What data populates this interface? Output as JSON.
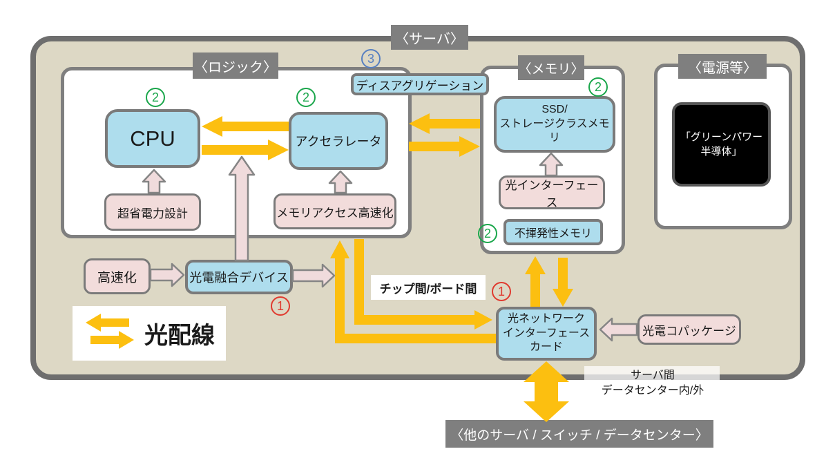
{
  "server": {
    "label": "〈サーバ〉"
  },
  "logic": {
    "label": "〈ロジック〉",
    "cpu": "CPU",
    "accelerator": "アクセラレータ",
    "ultra_low_power_design": "超省電力設計",
    "memory_access_speedup": "メモリアクセス高速化"
  },
  "disaggregation": {
    "label": "ディスアグリゲーション"
  },
  "memory": {
    "label": "〈メモリ〉",
    "ssd": "SSD/\nストレージクラスメモリ",
    "optical_interface": "光インターフェース",
    "nonvolatile_memory": "不揮発性メモリ"
  },
  "power": {
    "label": "〈電源等〉",
    "green_power_semiconductor": "「グリーンパワー\n半導体」"
  },
  "interconnect": {
    "speedup": "高速化",
    "optoelectronic_fusion_device": "光電融合デバイス",
    "nic": "光ネットワーク\nインターフェース\nカード",
    "optoelectronic_copackage": "光電コパッケージ"
  },
  "legend": {
    "optical_wiring": "光配線"
  },
  "annotations": {
    "chip_to_board": "チップ間/ボード間",
    "server_to_server": "サーバ間",
    "datacenter_in_out": "データセンター内/外"
  },
  "external": {
    "label": "〈他のサーバ / スイッチ / データセンター〉"
  },
  "badges": {
    "cpu": "2",
    "accelerator": "2",
    "memory": "2",
    "nonvolatile": "2",
    "disaggregation": "3",
    "fusion_device": "1",
    "nic": "1"
  },
  "colors": {
    "server_fill": "#ddd8c5",
    "server_border": "#6e6e6e",
    "label_gray": "#7f7f7f",
    "node_blue": "#aedded",
    "node_pink": "#f2dcdb",
    "arrow_yellow": "#fcbf10",
    "arrow_pink": "#f0dbdc",
    "badge_green": "#1aa64b",
    "badge_red": "#e0392e",
    "badge_blue": "#567fc1",
    "black_box": "#000000"
  }
}
